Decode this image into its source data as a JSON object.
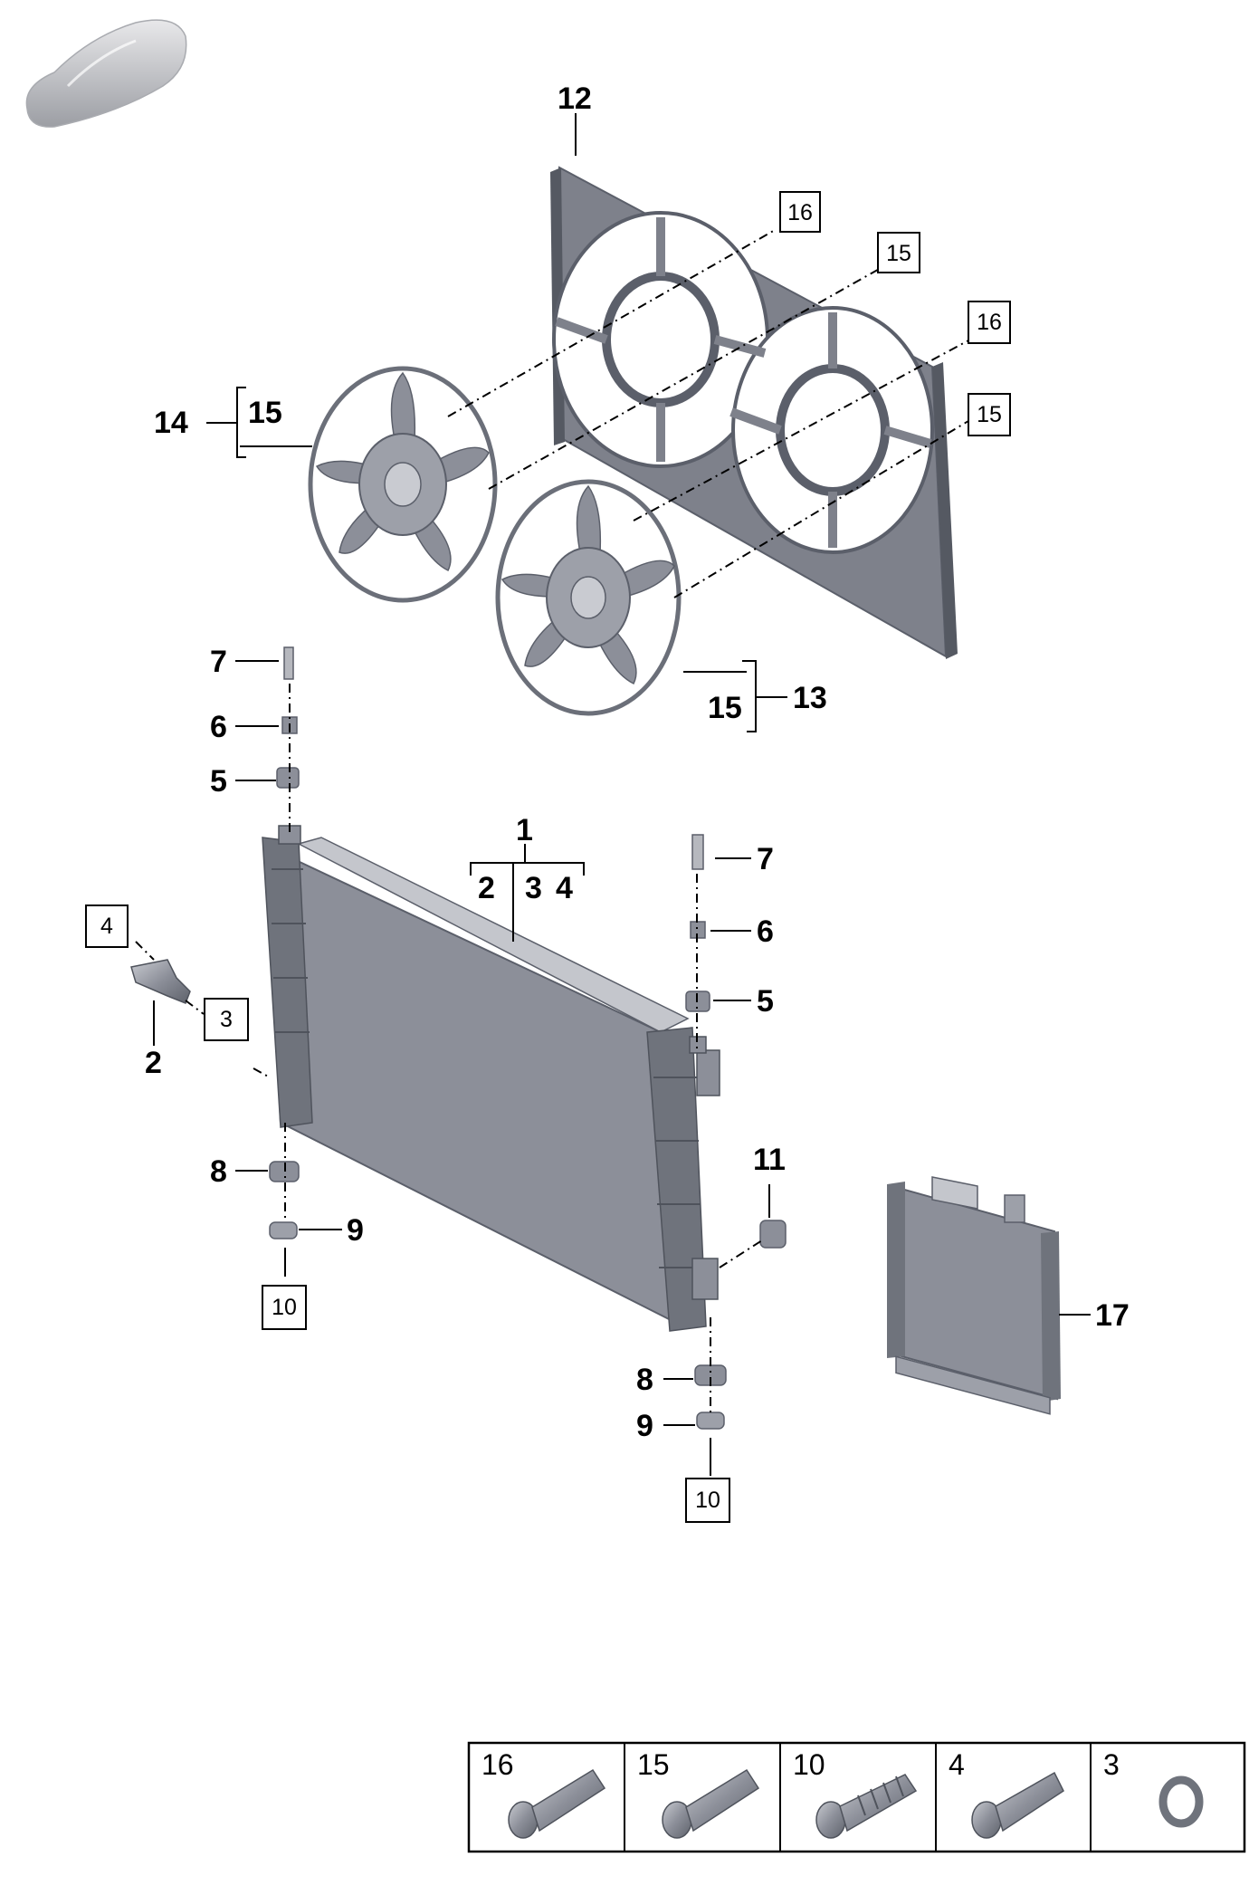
{
  "callouts": [
    {
      "id": "12",
      "text": "12"
    },
    {
      "id": "14",
      "text": "14"
    },
    {
      "id": "14-15",
      "text": "15"
    },
    {
      "id": "13",
      "text": "13"
    },
    {
      "id": "13-15",
      "text": "15"
    },
    {
      "id": "1",
      "text": "1"
    },
    {
      "id": "1-2",
      "text": "2"
    },
    {
      "id": "1-3",
      "text": "3"
    },
    {
      "id": "1-4",
      "text": "4"
    },
    {
      "id": "2",
      "text": "2"
    },
    {
      "id": "7a",
      "text": "7"
    },
    {
      "id": "6a",
      "text": "6"
    },
    {
      "id": "5a",
      "text": "5"
    },
    {
      "id": "7b",
      "text": "7"
    },
    {
      "id": "6b",
      "text": "6"
    },
    {
      "id": "5b",
      "text": "5"
    },
    {
      "id": "8a",
      "text": "8"
    },
    {
      "id": "9a",
      "text": "9"
    },
    {
      "id": "8b",
      "text": "8"
    },
    {
      "id": "9b",
      "text": "9"
    },
    {
      "id": "11",
      "text": "11"
    },
    {
      "id": "17",
      "text": "17"
    }
  ],
  "boxed": [
    {
      "id": "b16a",
      "text": "16"
    },
    {
      "id": "b15a",
      "text": "15"
    },
    {
      "id": "b16b",
      "text": "16"
    },
    {
      "id": "b15b",
      "text": "15"
    },
    {
      "id": "b4",
      "text": "4"
    },
    {
      "id": "b3",
      "text": "3"
    },
    {
      "id": "b10a",
      "text": "10"
    },
    {
      "id": "b10b",
      "text": "10"
    }
  ],
  "legend": [
    "16",
    "15",
    "10",
    "4",
    "3"
  ],
  "colors": {
    "part_fill": "#8c8f99",
    "part_light": "#c4c6cc",
    "part_dark": "#4f535c",
    "ink": "#000000"
  }
}
